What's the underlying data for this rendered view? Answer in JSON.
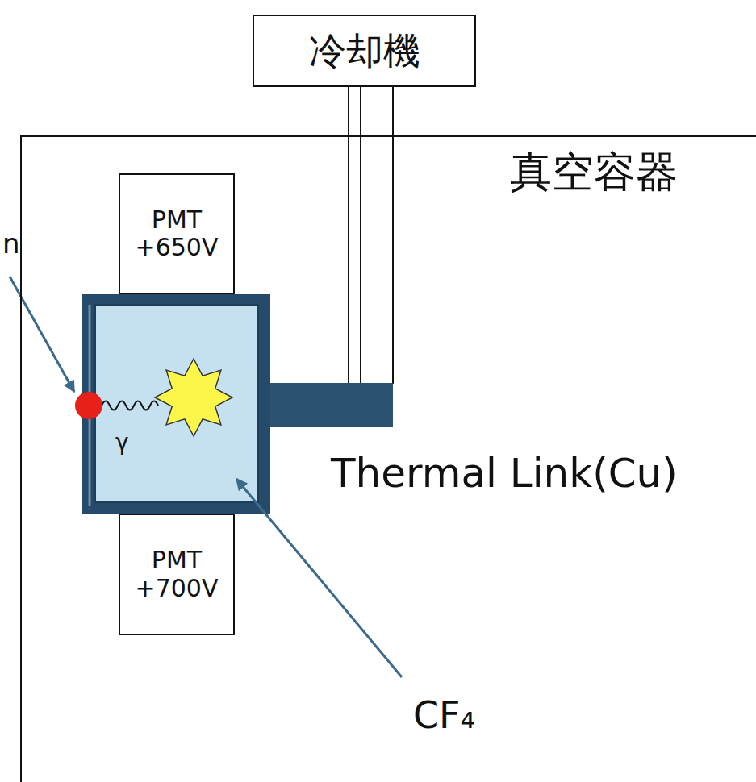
{
  "diagram": {
    "nodes": [
      {
        "text": [
          "真空容器"
        ]
      },
      {
        "text": [
          "冷却機"
        ]
      },
      {
        "text": [
          "PMT +650V"
        ],
        "in": 0
      },
      {
        "text": [
          "PMT +700V"
        ],
        "in": 0
      }
    ],
    "labels": [
      "n",
      "γ",
      "Thermal Link(Cu)",
      "CF₄"
    ]
  }
}
